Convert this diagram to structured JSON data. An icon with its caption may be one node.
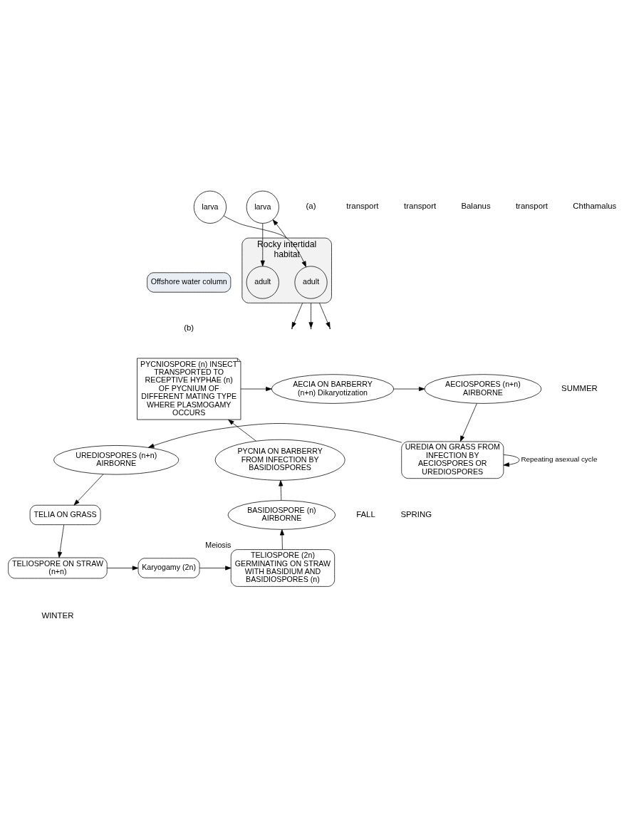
{
  "diagram": {
    "nodes": [
      {
        "text": [
          "Rocky intertidal habitat"
        ]
      },
      {
        "text": [
          "adult"
        ],
        "in": 0
      },
      {
        "text": [
          "adult"
        ],
        "in": 0
      },
      {
        "text": [
          "larva"
        ]
      },
      {
        "text": [
          "larva"
        ]
      },
      {
        "text": [
          "Offshore water column"
        ]
      },
      {
        "text": [
          "AECIA ON BARBERRY (n+n) Dikaryotization"
        ]
      },
      {
        "text": [
          "PYCNIOSPORE (n) INSECT TRANSPORTED TO RECEPTIVE HYPHAE (n) OF PYCNIUM OF DIFFERENT MATING TYPE WHERE PLASMOGAMY OCCURS"
        ]
      },
      {
        "text": [
          "PYCNIA ON BARBERRY FROM INFECTION BY BASIDIOSPORES"
        ]
      },
      {
        "text": [
          "AECIOSPORES (n+n) AIRBORNE"
        ]
      },
      {
        "text": [
          "UREDIA ON GRASS FROM INFECTION BY AECIOSPORES OR UREDIOSPORES"
        ]
      },
      {
        "text": [
          "UREDIOSPORES (n+n) AIRBORNE"
        ]
      },
      {
        "text": [
          "TELIA ON GRASS"
        ]
      },
      {
        "text": [
          "TELIOSPORE ON STRAW (n+n)"
        ]
      },
      {
        "text": [
          "Karyogamy (2n)"
        ]
      },
      {
        "text": [
          "TELIOSPORE (2n) GERMINATING ON STRAW WITH BASIDIUM AND BASIDIOSPORES (n)"
        ],
        "beside": [
          "Meiosis"
        ]
      },
      {
        "text": [
          "BASIDIOSPORE (n) AIRBORNE"
        ]
      }
    ],
    "edges": [
      {
        "from": 3,
        "to": 1,
        "arrow": "to"
      },
      {
        "from": 0,
        "to": null,
        "arrow": "to"
      },
      {
        "from": 0,
        "to": null,
        "arrow": "to"
      },
      {
        "from": 0,
        "to": 4,
        "arrow": "to"
      },
      {
        "from": 0,
        "to": null,
        "arrow": "to"
      },
      {
        "from": 4,
        "to": 2,
        "arrow": "to"
      },
      {
        "from": 16,
        "to": 8,
        "arrow": "to"
      },
      {
        "from": 8,
        "to": 7,
        "arrow": "to"
      },
      {
        "from": 7,
        "to": 6,
        "arrow": "to"
      },
      {
        "from": 6,
        "to": 9,
        "arrow": "to"
      },
      {
        "from": 9,
        "to": 10,
        "arrow": "to"
      },
      {
        "from": 10,
        "to": 11,
        "arrow": "to"
      },
      {
        "from": 11,
        "to": 12,
        "arrow": "to"
      },
      {
        "from": 12,
        "to": 13,
        "arrow": "to"
      },
      {
        "from": 13,
        "to": 14,
        "arrow": "to"
      },
      {
        "from": 14,
        "to": 15,
        "arrow": "to"
      },
      {
        "from": 15,
        "to": 16,
        "arrow": "to"
      },
      {
        "from": 10,
        "to": 10,
        "label": "Repeating asexual cycle",
        "arrow": "to"
      }
    ],
    "labels": [
      "(a)",
      "transport",
      "transport",
      "Balanus",
      "transport",
      "Chthamalus",
      "(b)",
      "SUMMER",
      "FALL",
      "SPRING",
      "WINTER"
    ]
  }
}
